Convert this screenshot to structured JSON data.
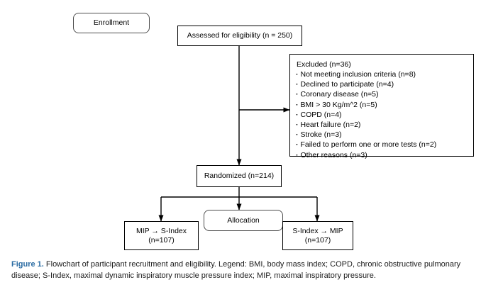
{
  "figure": {
    "caption_label": "Figure 1.",
    "caption_text": " Flowchart of participant recruitment and eligibility. Legend: BMI, body mass index; COPD, chronic obstructive pulmonary disease; S-Index, maximal dynamic inspiratory muscle pressure index; MIP, maximal inspiratory pressure.",
    "label_color": "#2b6ca3"
  },
  "chart_data": {
    "type": "diagram",
    "title": "Flowchart of participant recruitment and eligibility",
    "nodes": [
      {
        "id": "enrollment",
        "label": "Enrollment",
        "shape": "rounded-rect",
        "stage": true
      },
      {
        "id": "assessed",
        "label": "Assessed for eligibility (n = 250)",
        "shape": "rect",
        "n": 250
      },
      {
        "id": "excluded",
        "label": "Excluded (n=36)",
        "shape": "rect",
        "n": 36
      },
      {
        "id": "randomized",
        "label": "Randomized (n=214)",
        "shape": "rect",
        "n": 214
      },
      {
        "id": "allocation",
        "label": "Allocation",
        "shape": "rounded-rect",
        "stage": true
      },
      {
        "id": "left-arm",
        "label": "MIP → S-Index (n=107)",
        "shape": "rect",
        "n": 107
      },
      {
        "id": "right-arm",
        "label": "S-Index → MIP (n=107)",
        "shape": "rect",
        "n": 107
      }
    ],
    "edges": [
      {
        "from": "assessed",
        "to": "excluded",
        "type": "arrow"
      },
      {
        "from": "assessed",
        "to": "randomized",
        "type": "arrow"
      },
      {
        "from": "randomized",
        "to": "left-arm",
        "type": "arrow"
      },
      {
        "from": "randomized",
        "to": "allocation",
        "type": "arrow"
      },
      {
        "from": "randomized",
        "to": "right-arm",
        "type": "arrow"
      }
    ]
  },
  "nodes": {
    "enrollment": {
      "label": "Enrollment"
    },
    "assessed": {
      "label": "Assessed for eligibility (n = 250)"
    },
    "excluded": {
      "title": "Excluded (n=36)",
      "reasons": [
        "Not meeting inclusion criteria (n=8)",
        "Declined to participate (n=4)",
        "Coronary disease (n=5)",
        "BMI > 30 Kg/m^2 (n=5)",
        "COPD (n=4)",
        "Heart failure (n=2)",
        "Stroke (n=3)",
        "Failed to perform one or more tests (n=2)",
        "Other reasons (n=3)"
      ]
    },
    "randomized": {
      "label": "Randomized (n=214)"
    },
    "allocation": {
      "label": "Allocation"
    },
    "left_arm": {
      "line1": "MIP → S-Index",
      "line2": "(n=107)"
    },
    "right_arm": {
      "line1": "S-Index → MIP",
      "line2": "(n=107)"
    }
  }
}
